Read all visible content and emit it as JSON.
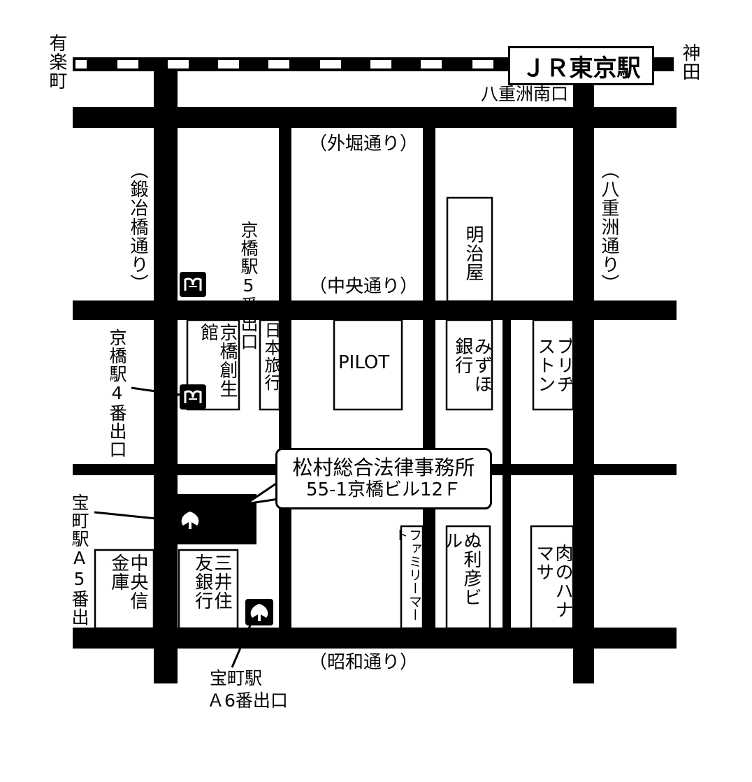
{
  "colors": {
    "road": "#000000",
    "background": "#ffffff"
  },
  "station": {
    "name": "ＪＲ東京駅"
  },
  "rail_ends": {
    "left": "有楽町",
    "right": "神田"
  },
  "exits": {
    "yaesu_south": "八重洲南口",
    "kyobashi_5": "京橋駅5番出口",
    "kyobashi_4": "京橋駅4番出口",
    "takaracho_a5": "宝町駅A5番出口",
    "takaracho_a6_line1": "宝町駅",
    "takaracho_a6_line2": "Ａ6番出口"
  },
  "streets": {
    "sotobori": "（外堀通り）",
    "chuo": "（中央通り）",
    "showa": "（昭和通り）",
    "kajibashi": "（鍛冶橋通り）",
    "yaesu": "（八重洲通り）"
  },
  "buildings": {
    "meijiya": "明治屋",
    "kyobashi_sokan": "京橋創生館",
    "nihon_ryoko": "日本旅行",
    "pilot": "PILOT",
    "mizuho": "みずほ銀行",
    "bridgestone": "ブリヂストン",
    "chuo_shinkin": "中央信金庫",
    "mitsui_sumitomo": "三井住友銀行",
    "familymart": "ファミリーマート",
    "nutoshihiko": "ぬ利彦ビル",
    "hanamasa": "肉のハナマサ"
  },
  "destination": {
    "name": "松村総合法律事務所",
    "address": "55-1京橋ビル12Ｆ"
  },
  "icons": {
    "tokyo_metro": "tokyo-metro-icon",
    "toei_subway": "toei-subway-icon"
  }
}
